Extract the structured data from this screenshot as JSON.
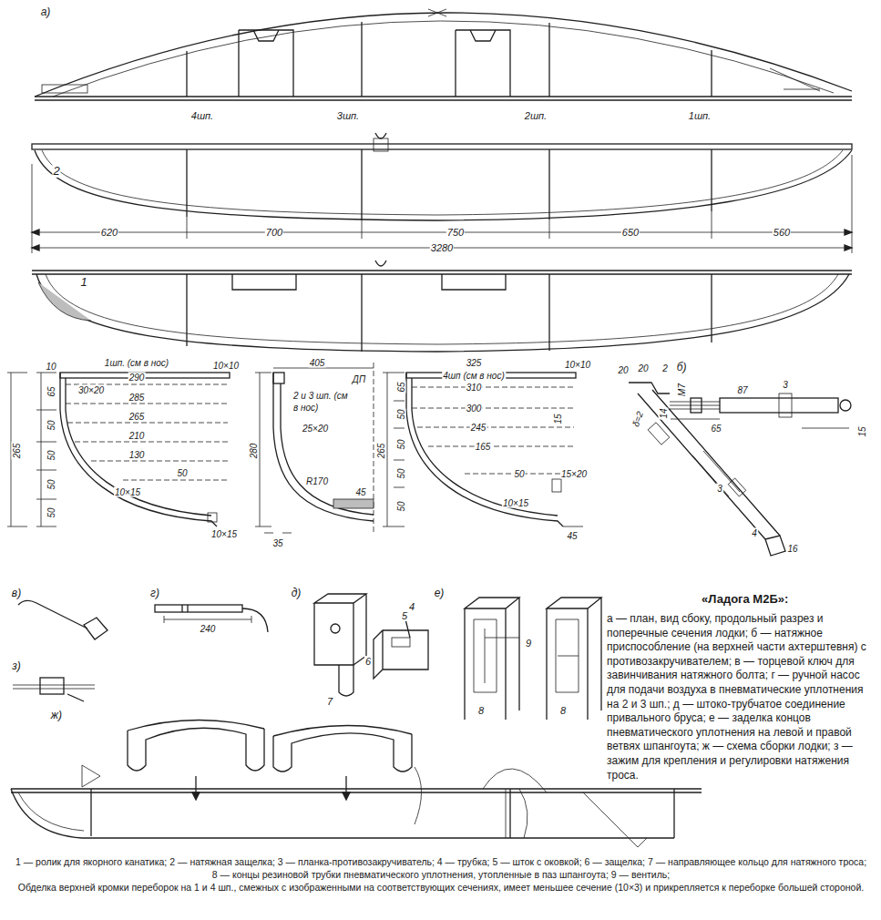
{
  "diagram": {
    "title": "«Ладога М2Б»:",
    "labels": [
      "а)",
      "4шп.",
      "3шп.",
      "2шп.",
      "1шп.",
      "2",
      "620",
      "700",
      "750",
      "650",
      "560",
      "3280",
      "1",
      "10",
      "1шп. (см в нос)",
      "290",
      "10×10",
      "30×20",
      "285",
      "265",
      "210",
      "130",
      "50",
      "10×15",
      "10×15",
      "265",
      "65",
      "50",
      "50",
      "50",
      "50",
      "405",
      "ДП",
      "2 и 3 шп. (см в нос)",
      "25×20",
      "280",
      "R170",
      "45",
      "35",
      "325",
      "4шп (см в нос)",
      "310",
      "10×10",
      "300",
      "245",
      "165",
      "50",
      "15×20",
      "10×15",
      "45",
      "265",
      "65",
      "50",
      "50",
      "50",
      "50",
      "15",
      "б)",
      "20",
      "20",
      "2",
      "М7",
      "87",
      "3",
      "14",
      "65",
      "15",
      "δ=2",
      "3",
      "4",
      "16",
      "в)",
      "г)",
      "240",
      "д)",
      "4",
      "7",
      "5",
      "6",
      "е)",
      "9",
      "8",
      "8",
      "з)",
      "ж)",
      "а — план, вид сбоку, продольный разрез и поперечные сечения лодки; б — натяжное приспособление (на верхней части ахтерштевня) с противозакручивателем; в — торцевой ключ для завинчивания натяжного болта; г — ручной насос для подачи воздуха в пневматические уплотнения на 2 и 3 шп.; д — штоко-трубчатое соединение привального бруса; е — заделка концов пневматического уплотнения на левой и правой ветвях шпангоута; ж — схема сборки лодки; з — зажим для крепления и регулировки натяжения троса.",
      "1 — ролик для якорного канатика; 2 — натяжная защелка; 3 — планка-противозакручиватель; 4 — трубка; 5 — шток с оковкой; 6 — защелка; 7 — направляющее кольцо для натяжного троса; 8 — концы резиновой трубки пневматического уплотнения, утопленные в паз шпангоута; 9 — вентиль;",
      "Обделка верхней кромки переборок на 1 и 4 шп., смежных с изображенными на соответствующих сечениях, имеет меньшее сечение (10×3) и прикрепляется к переборке большей стороной."
    ]
  }
}
